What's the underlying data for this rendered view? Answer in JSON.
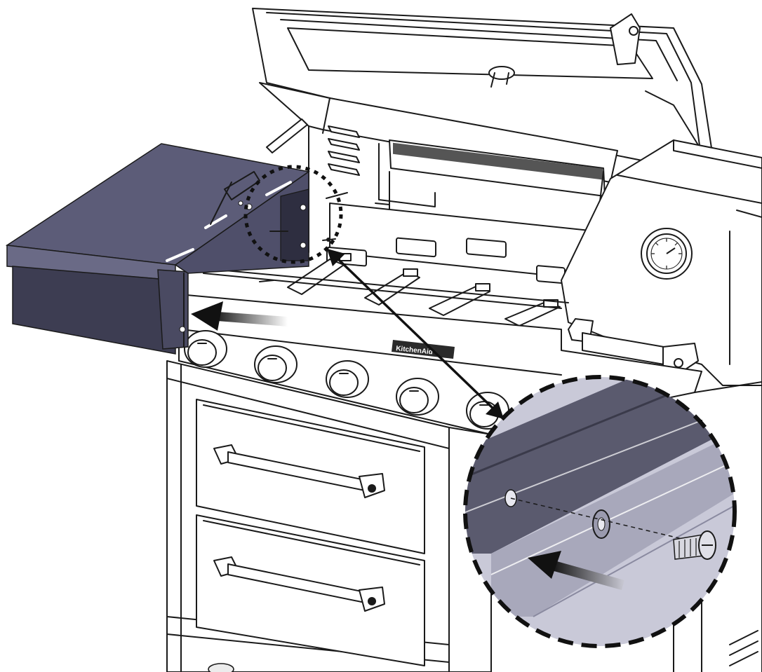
{
  "diagram": {
    "brand_label": "KitchenAid",
    "colors": {
      "highlight_part": "#5c5c78",
      "highlight_dark": "#3d3d52",
      "line": "#1a1a1a",
      "detail_bg": "#9b9bae"
    },
    "elements": {
      "grill_body": "grill",
      "side_shelf": "side-shelf",
      "callout_circle": "dotted-callout",
      "detail_view": "zoom-detail",
      "arrows": [
        "slide-arrow",
        "leader-arrow",
        "detail-arrow"
      ]
    }
  }
}
